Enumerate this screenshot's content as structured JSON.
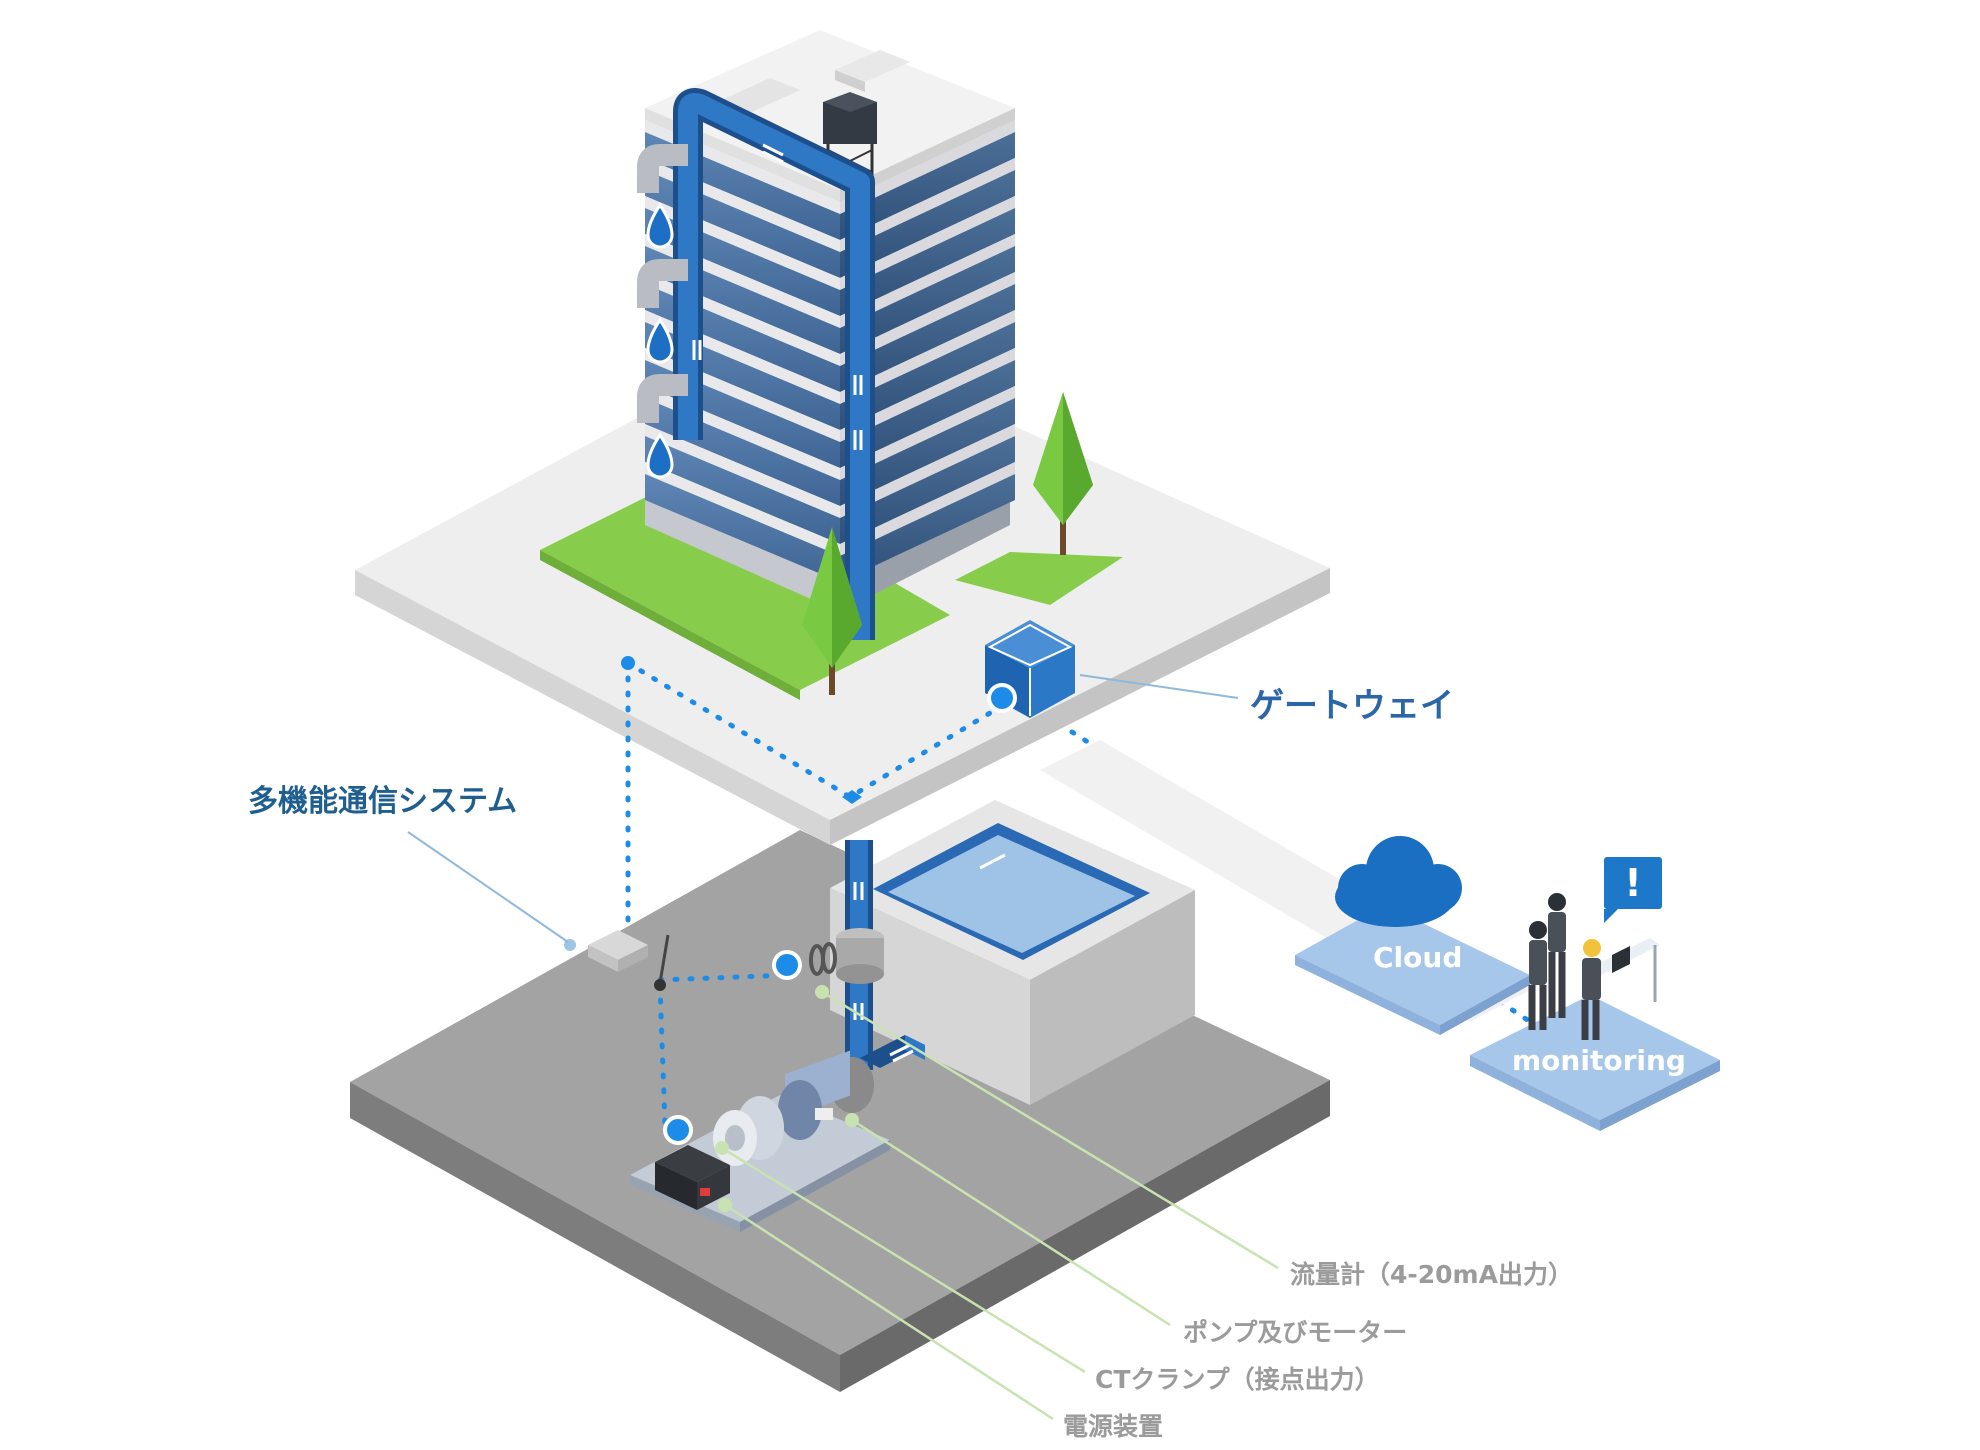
{
  "labels": {
    "system": "多機能通信システム",
    "gateway": "ゲートウェイ",
    "flow_meter": "流量計（4-20mA出力）",
    "pump_motor": "ポンプ及びモーター",
    "ct_clamp": "CTクランプ（接点出力）",
    "power_unit": "電源装置",
    "cloud": "Cloud",
    "monitoring": "monitoring",
    "alert": "!"
  },
  "colors": {
    "accent_blue": "#1d78c9",
    "label_blue": "#2b66a8",
    "callout_gray": "#9b9b9b",
    "callout_line": "#c9e3b0",
    "tree_green": "#6cc24a",
    "ground_dark": "#9d9d9d",
    "platform_light": "#eeeeee"
  }
}
